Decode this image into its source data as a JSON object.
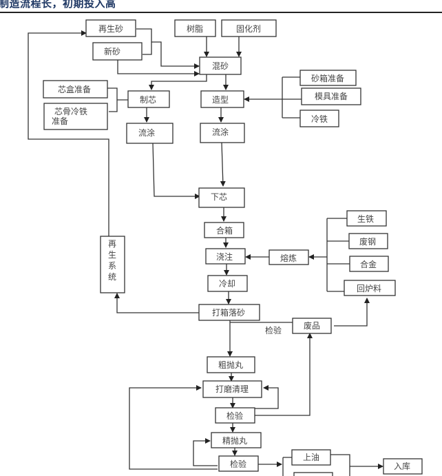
{
  "header": {
    "title": "制造流程长，初期投入高"
  },
  "diagram": {
    "nodes": {
      "recycled_sand": "再生砂",
      "resin": "树脂",
      "curing_agent": "固化剂",
      "new_sand": "新砂",
      "sand_mixing": "混砂",
      "flask_prep": "砂箱准备",
      "pattern_prep": "模具准备",
      "chill": "冷铁",
      "core_box_prep": "芯盒准备",
      "core_iron_prep_1": "芯骨冷铁",
      "core_iron_prep_2": "准备",
      "core_making": "制芯",
      "molding": "造型",
      "coating_left": "流涂",
      "coating_right": "流涂",
      "core_setting": "下芯",
      "closing": "合箱",
      "pouring": "浇注",
      "melting": "熔炼",
      "pig_iron": "生铁",
      "scrap_steel": "废钢",
      "alloy": "合金",
      "returns": "回炉料",
      "cooling": "冷却",
      "shakeout": "打箱落砂",
      "regeneration_1": "再",
      "regeneration_2": "生",
      "regeneration_3": "系",
      "regeneration_4": "统",
      "scrap": "废品",
      "inspection_label": "检验",
      "rough_blast": "粗抛丸",
      "grinding": "打磨清理",
      "inspection_1": "检验",
      "fine_blast": "精抛丸",
      "inspection_2": "检验",
      "oiling": "上油",
      "warehouse": "入库"
    }
  }
}
